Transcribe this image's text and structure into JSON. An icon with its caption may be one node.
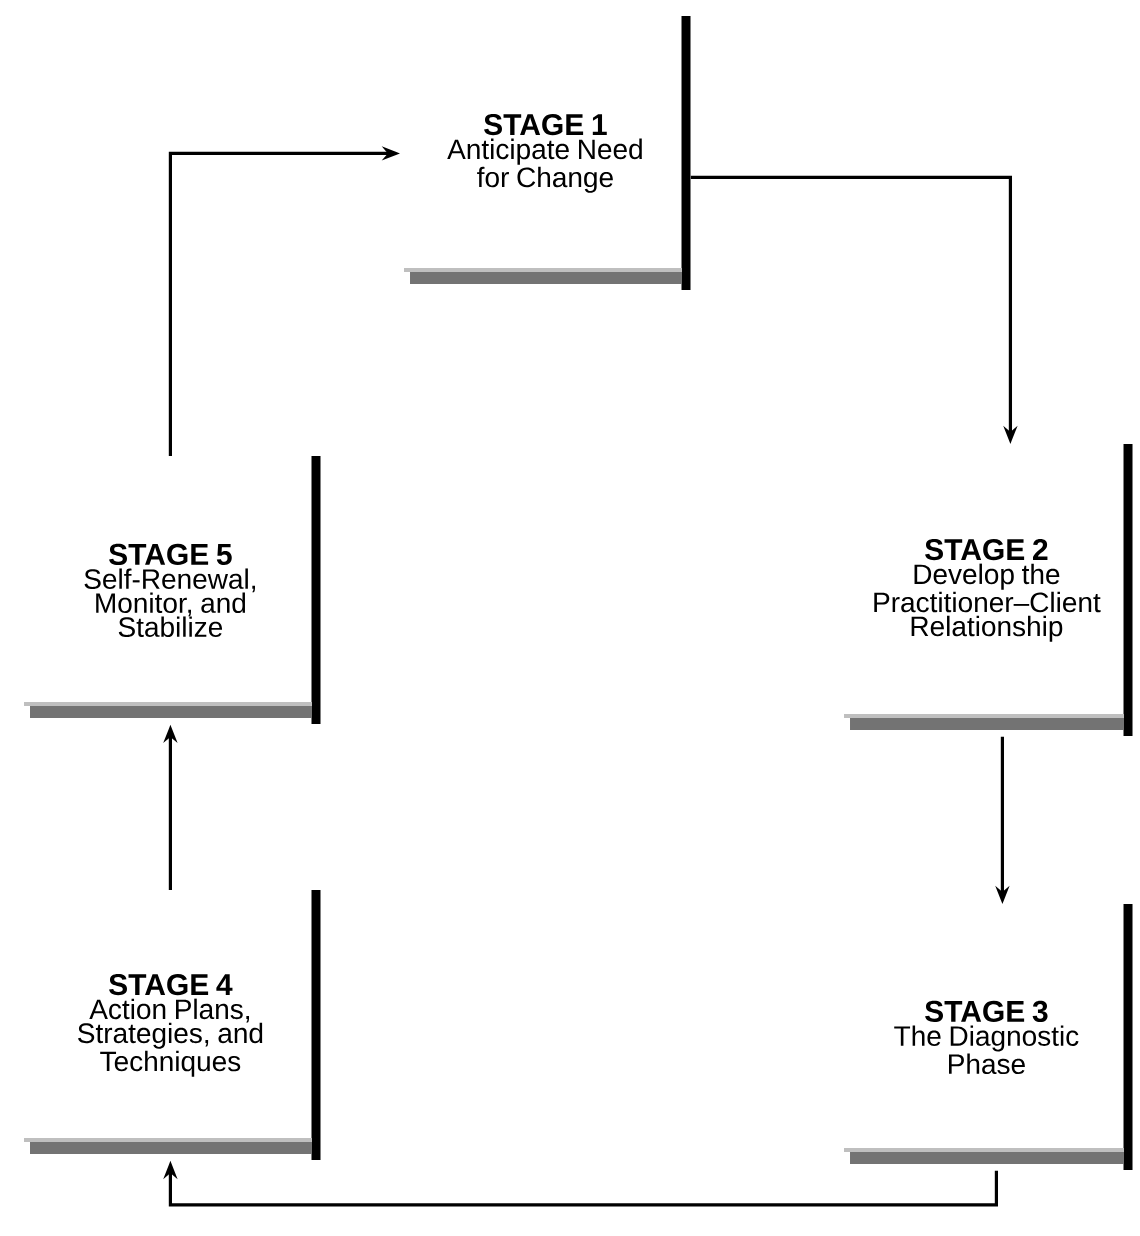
{
  "diagram": {
    "nodes": [
      {
        "text": [
          "STAGE 1",
          "Anticipate Need for Change"
        ]
      },
      {
        "text": [
          "STAGE 2",
          "Develop the Practitioner–Client Relationship"
        ]
      },
      {
        "text": [
          "STAGE 3",
          "The Diagnostic Phase"
        ]
      },
      {
        "text": [
          "STAGE 4",
          "Action Plans, Strategies, and Techniques"
        ]
      },
      {
        "text": [
          "STAGE 5",
          "Self-Renewal, Monitor, and Stabilize"
        ]
      }
    ],
    "edges": [
      {
        "from": 4,
        "to": 0,
        "arrow": "to"
      },
      {
        "from": 0,
        "to": 1,
        "arrow": "to"
      },
      {
        "from": 1,
        "to": 2,
        "arrow": "to"
      },
      {
        "from": 2,
        "to": 3,
        "arrow": "to"
      },
      {
        "from": 3,
        "to": 4,
        "arrow": "to"
      }
    ]
  }
}
